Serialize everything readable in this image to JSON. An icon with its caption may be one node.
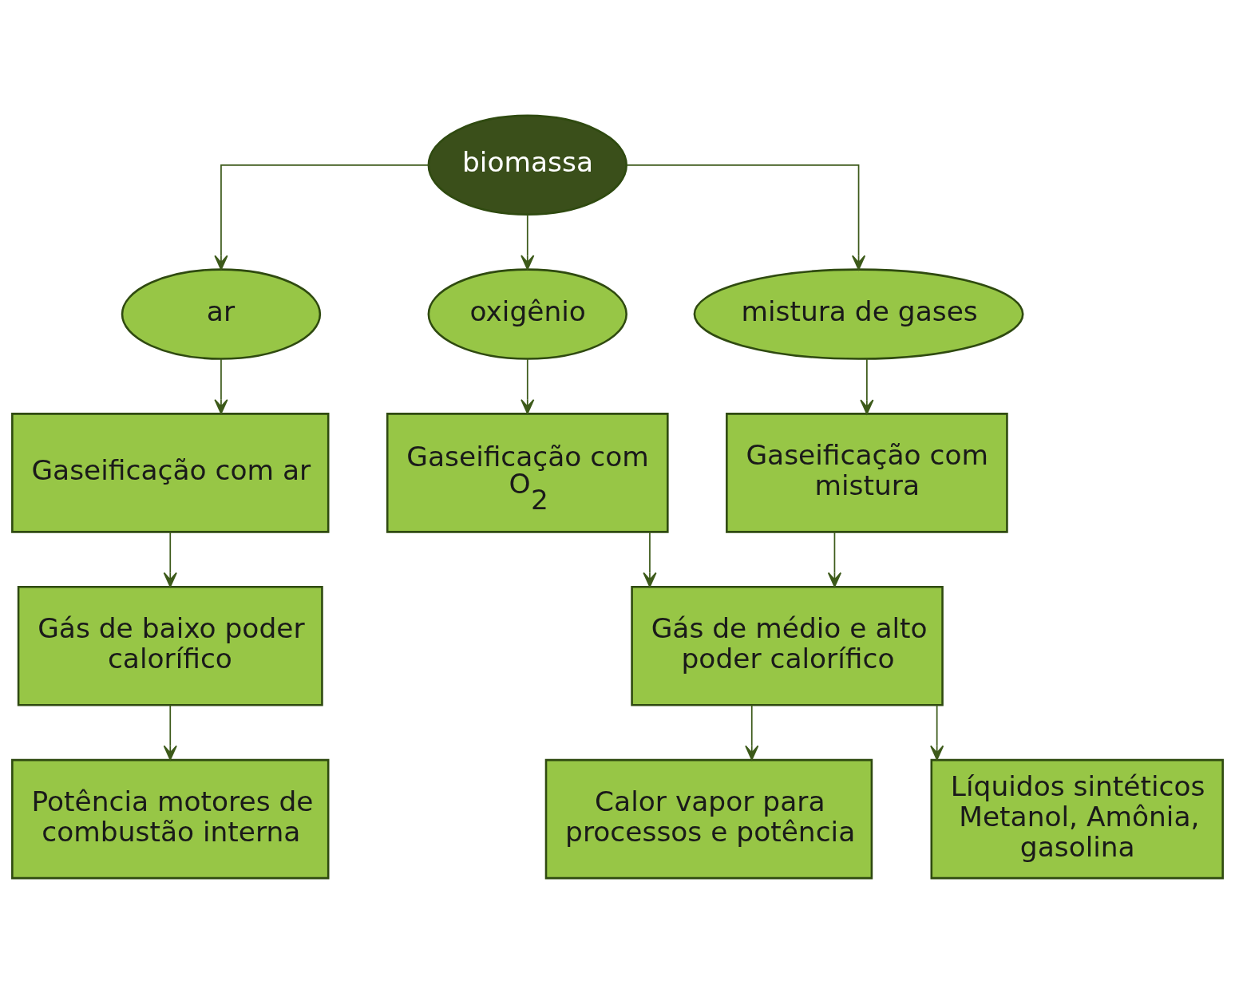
{
  "diagram": {
    "nodes": [
      {
        "text": [
          "biomassa"
        ]
      },
      {
        "text": [
          "ar"
        ]
      },
      {
        "text": [
          "oxigênio"
        ]
      },
      {
        "text": [
          "mistura de gases"
        ]
      },
      {
        "text": [
          "Gaseificação com ar"
        ]
      },
      {
        "text": [
          "Gaseificação com O$_{2}$"
        ]
      },
      {
        "text": [
          "Gaseificação com mistura"
        ]
      },
      {
        "text": [
          "Gás de baixo poder calorífico"
        ]
      },
      {
        "text": [
          "Gás de médio e alto poder calorífico"
        ]
      },
      {
        "text": [
          "Potência motores de combustão interna"
        ]
      },
      {
        "text": [
          "Calor vapor para processos e potência"
        ]
      },
      {
        "text": [
          "Líquidos sintéticos Metanol, Amônia, gasolina"
        ]
      }
    ],
    "edges": [
      {
        "from": 0,
        "to": 1,
        "arrow": "to"
      },
      {
        "from": 0,
        "to": 2,
        "arrow": "to"
      },
      {
        "from": 0,
        "to": 3,
        "arrow": "to"
      },
      {
        "from": 1,
        "to": 4,
        "arrow": "to"
      },
      {
        "from": 2,
        "to": 5,
        "arrow": "to"
      },
      {
        "from": 3,
        "to": 6,
        "arrow": "to"
      },
      {
        "from": 4,
        "to": 7,
        "arrow": "to"
      },
      {
        "from": 5,
        "to": 8,
        "arrow": "to"
      },
      {
        "from": 6,
        "to": 8,
        "arrow": "to"
      },
      {
        "from": 7,
        "to": 9,
        "arrow": "to"
      },
      {
        "from": 8,
        "to": 10,
        "arrow": "to"
      },
      {
        "from": 8,
        "to": 11,
        "arrow": "to"
      }
    ]
  }
}
